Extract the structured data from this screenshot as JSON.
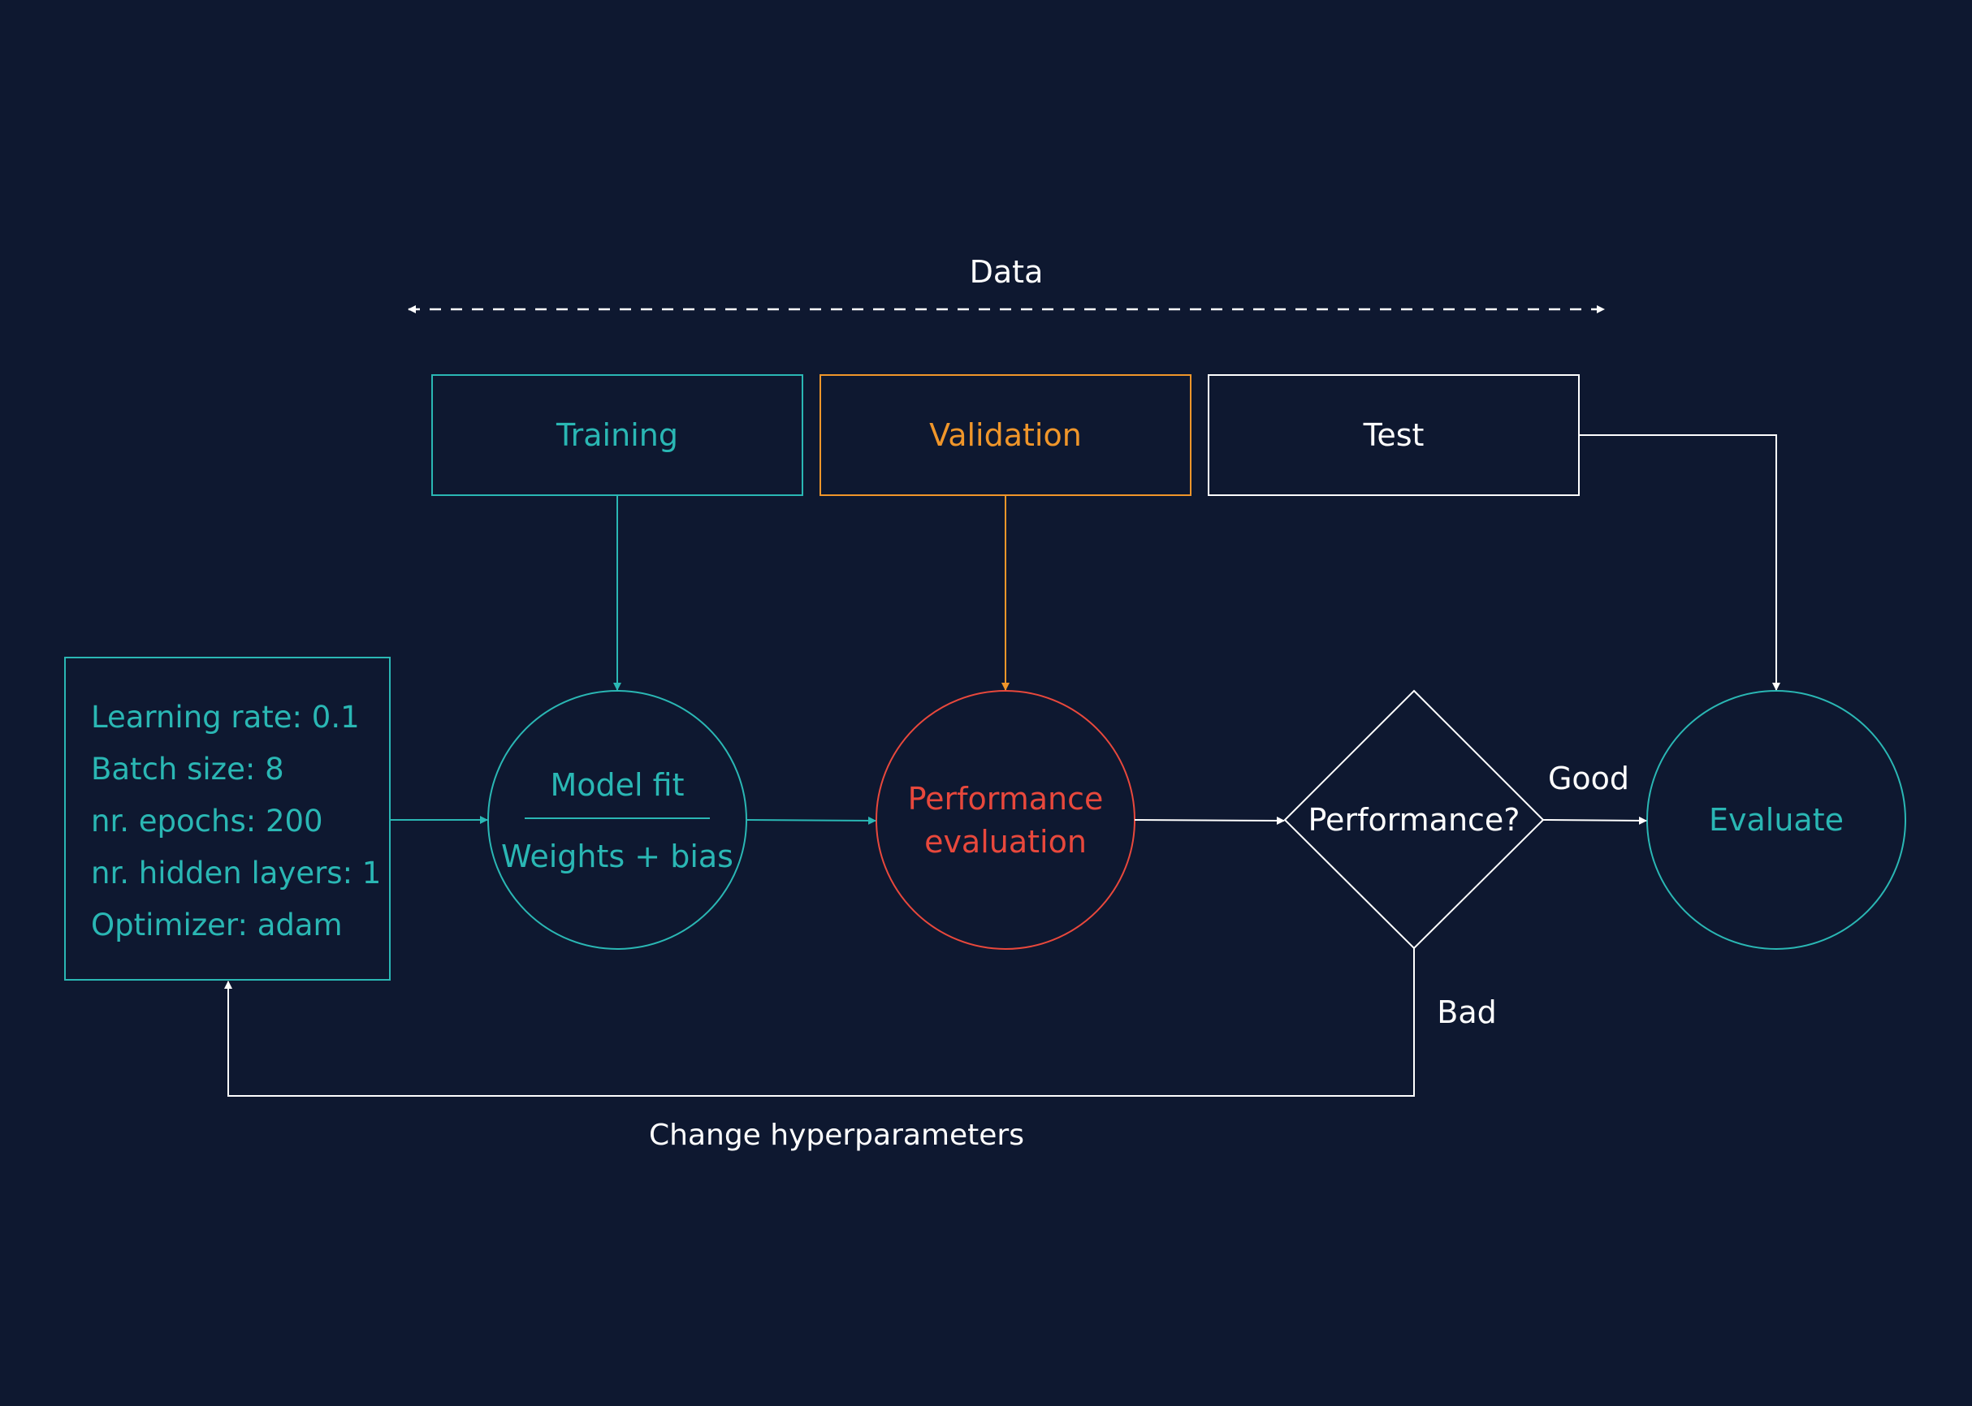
{
  "colors": {
    "background": "#0e1830",
    "teal": "#2ab7b4",
    "orange": "#f0962a",
    "red": "#e8483c",
    "white": "#ffffff"
  },
  "data_label": "Data",
  "splits": {
    "training": "Training",
    "validation": "Validation",
    "test": "Test"
  },
  "hyperparameters": [
    "Learning rate: 0.1",
    "Batch size: 8",
    "nr. epochs: 200",
    "nr. hidden layers: 1",
    "Optimizer: adam"
  ],
  "model_fit": {
    "title": "Model fit",
    "subtitle": "Weights + bias"
  },
  "performance_evaluation": [
    "Performance",
    "evaluation"
  ],
  "decision": "Performance?",
  "good_label": "Good",
  "bad_label": "Bad",
  "evaluate": "Evaluate",
  "loop_label": "Change hyperparameters"
}
